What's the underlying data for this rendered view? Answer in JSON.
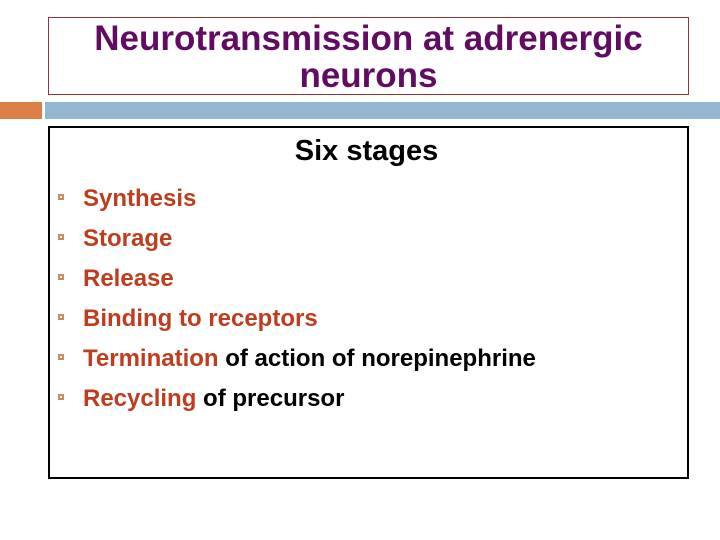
{
  "slide": {
    "title": {
      "line1": "Neurotransmission at adrenergic",
      "line2": "neurons"
    },
    "heading": "Six stages",
    "bullets": [
      {
        "emphasis": "Synthesis",
        "rest": ""
      },
      {
        "emphasis": "Storage",
        "rest": ""
      },
      {
        "emphasis": "Release",
        "rest": ""
      },
      {
        "emphasis": "Binding to receptors",
        "rest": ""
      },
      {
        "emphasis": "Termination",
        "rest": " of action of norepinephrine"
      },
      {
        "emphasis": "Recycling",
        "rest": " of precursor"
      }
    ],
    "colors": {
      "title_text": "#620B62",
      "title_border": "#943634",
      "emphasis_text": "#BE3D1E",
      "body_text": "#000000",
      "bullet_outline": "#CD8C60",
      "accent_orange": "#DD8047",
      "accent_blue": "#94B6D2",
      "content_border": "#000000"
    }
  }
}
